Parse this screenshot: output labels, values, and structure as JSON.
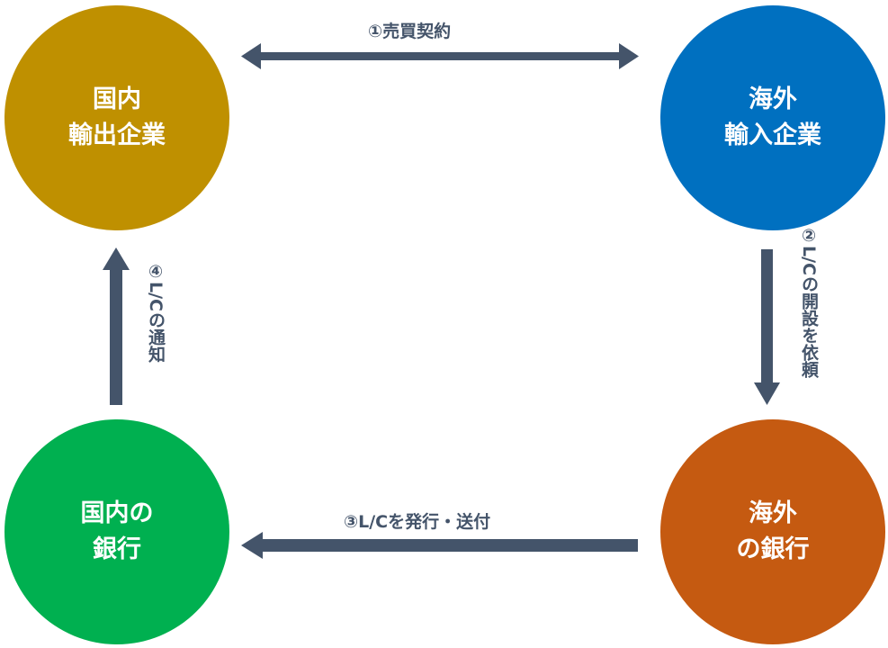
{
  "nodes": {
    "domestic_exporter": {
      "line1": "国内",
      "line2": "輸出企業",
      "color": "#bf9000"
    },
    "overseas_importer": {
      "line1": "海外",
      "line2": "輸入企業",
      "color": "#0070c0"
    },
    "domestic_bank": {
      "line1": "国内の",
      "line2": "銀行",
      "color": "#00b050"
    },
    "overseas_bank": {
      "line1": "海外",
      "line2": "の銀行",
      "color": "#c55a11"
    }
  },
  "flows": {
    "step1": "①売買契約",
    "step2": "②L/Cの開設を依頼",
    "step3": "③L/Cを発行・送付",
    "step4": "④L/Cの通知"
  },
  "colors": {
    "arrow": "#44546a",
    "label": "#44546a"
  }
}
